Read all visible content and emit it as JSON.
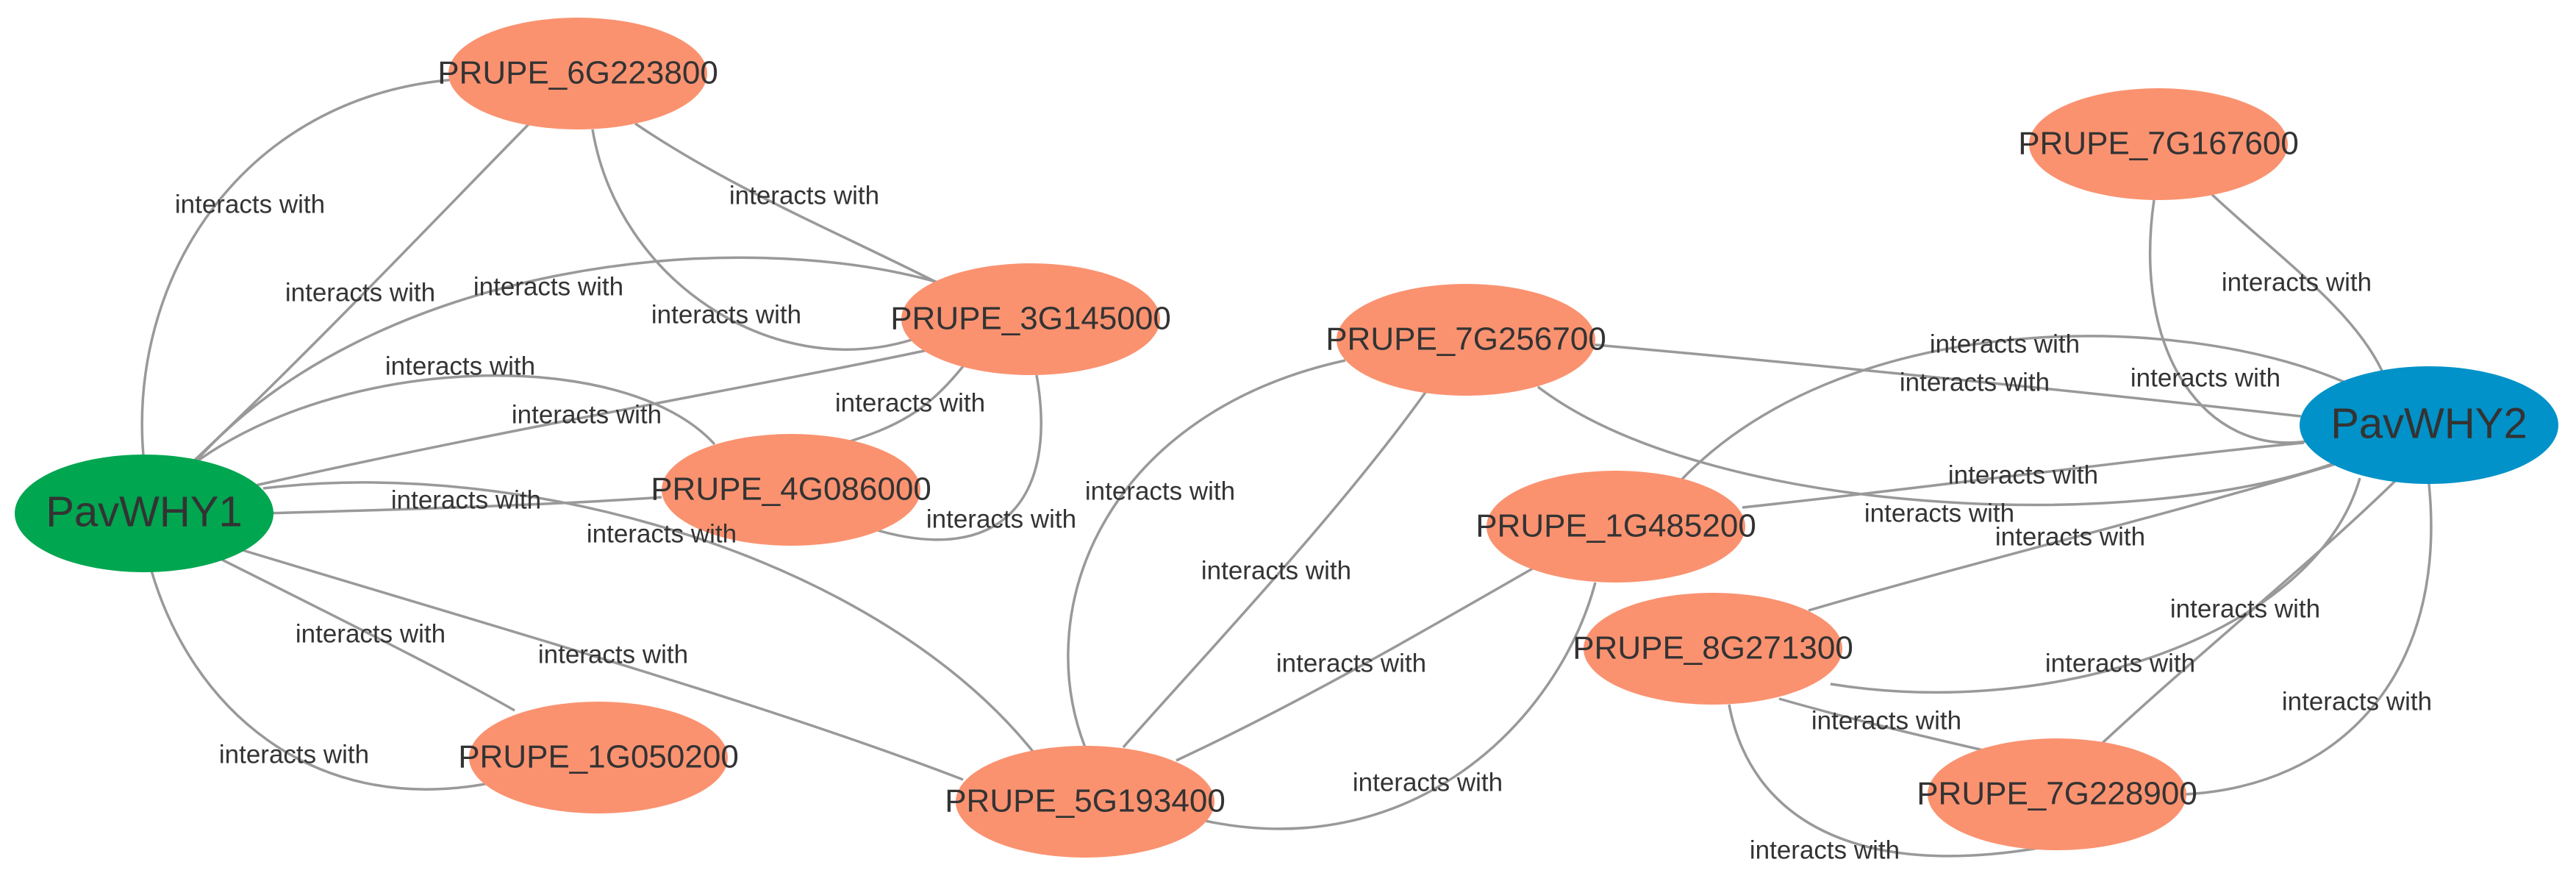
{
  "diagram": {
    "colors": {
      "protein_node": "#fa9270",
      "why1_node": "#00a650",
      "why2_node": "#0092c8",
      "edge": "#999999",
      "text": "#333333"
    },
    "nodes": [
      {
        "id": "why1",
        "label": "PavWHY1",
        "kind": "hub-green"
      },
      {
        "id": "why2",
        "label": "PavWHY2",
        "kind": "hub-blue"
      },
      {
        "id": "n6G223800",
        "label": "PRUPE_6G223800",
        "kind": "protein"
      },
      {
        "id": "n3G145000",
        "label": "PRUPE_3G145000",
        "kind": "protein"
      },
      {
        "id": "n4G086000",
        "label": "PRUPE_4G086000",
        "kind": "protein"
      },
      {
        "id": "n1G050200",
        "label": "PRUPE_1G050200",
        "kind": "protein"
      },
      {
        "id": "n5G193400",
        "label": "PRUPE_5G193400",
        "kind": "protein"
      },
      {
        "id": "n7G256700",
        "label": "PRUPE_7G256700",
        "kind": "protein"
      },
      {
        "id": "n1G485200",
        "label": "PRUPE_1G485200",
        "kind": "protein"
      },
      {
        "id": "n8G271300",
        "label": "PRUPE_8G271300",
        "kind": "protein"
      },
      {
        "id": "n7G228900",
        "label": "PRUPE_7G228900",
        "kind": "protein"
      },
      {
        "id": "n7G167600",
        "label": "PRUPE_7G167600",
        "kind": "protein"
      }
    ],
    "edges": [
      {
        "from": "why1",
        "to": "n6G223800",
        "label": "interacts with"
      },
      {
        "from": "why1",
        "to": "n6G223800",
        "label": "interacts with"
      },
      {
        "from": "why1",
        "to": "n3G145000",
        "label": "interacts with"
      },
      {
        "from": "why1",
        "to": "n4G086000",
        "label": "interacts with"
      },
      {
        "from": "why1",
        "to": "n3G145000",
        "label": "interacts with"
      },
      {
        "from": "why1",
        "to": "n4G086000",
        "label": "interacts with"
      },
      {
        "from": "why1",
        "to": "n5G193400",
        "label": "interacts with"
      },
      {
        "from": "why1",
        "to": "n1G050200",
        "label": "interacts with"
      },
      {
        "from": "why1",
        "to": "n1G050200",
        "label": "interacts with"
      },
      {
        "from": "why1",
        "to": "n5G193400",
        "label": "interacts with"
      },
      {
        "from": "n6G223800",
        "to": "n3G145000",
        "label": "interacts with"
      },
      {
        "from": "n6G223800",
        "to": "n3G145000",
        "label": "interacts with"
      },
      {
        "from": "n3G145000",
        "to": "n4G086000",
        "label": "interacts with"
      },
      {
        "from": "n3G145000",
        "to": "n4G086000",
        "label": "interacts with"
      },
      {
        "from": "n7G256700",
        "to": "n5G193400",
        "label": "interacts with"
      },
      {
        "from": "n7G256700",
        "to": "n5G193400",
        "label": "interacts with"
      },
      {
        "from": "n1G485200",
        "to": "n5G193400",
        "label": "interacts with"
      },
      {
        "from": "n1G485200",
        "to": "n5G193400",
        "label": "interacts with"
      },
      {
        "from": "n7G256700",
        "to": "why2",
        "label": "interacts with"
      },
      {
        "from": "n7G256700",
        "to": "why2",
        "label": "interacts with"
      },
      {
        "from": "n1G485200",
        "to": "why2",
        "label": "interacts with"
      },
      {
        "from": "n1G485200",
        "to": "why2",
        "label": "interacts with"
      },
      {
        "from": "n7G167600",
        "to": "why2",
        "label": "interacts with"
      },
      {
        "from": "n7G167600",
        "to": "why2",
        "label": "interacts with"
      },
      {
        "from": "n8G271300",
        "to": "why2",
        "label": "interacts with"
      },
      {
        "from": "n8G271300",
        "to": "why2",
        "label": "interacts with"
      },
      {
        "from": "n7G228900",
        "to": "why2",
        "label": "interacts with"
      },
      {
        "from": "n7G228900",
        "to": "why2",
        "label": "interacts with"
      },
      {
        "from": "n8G271300",
        "to": "n7G228900",
        "label": "interacts with"
      },
      {
        "from": "n8G271300",
        "to": "n7G228900",
        "label": "interacts with"
      }
    ]
  }
}
